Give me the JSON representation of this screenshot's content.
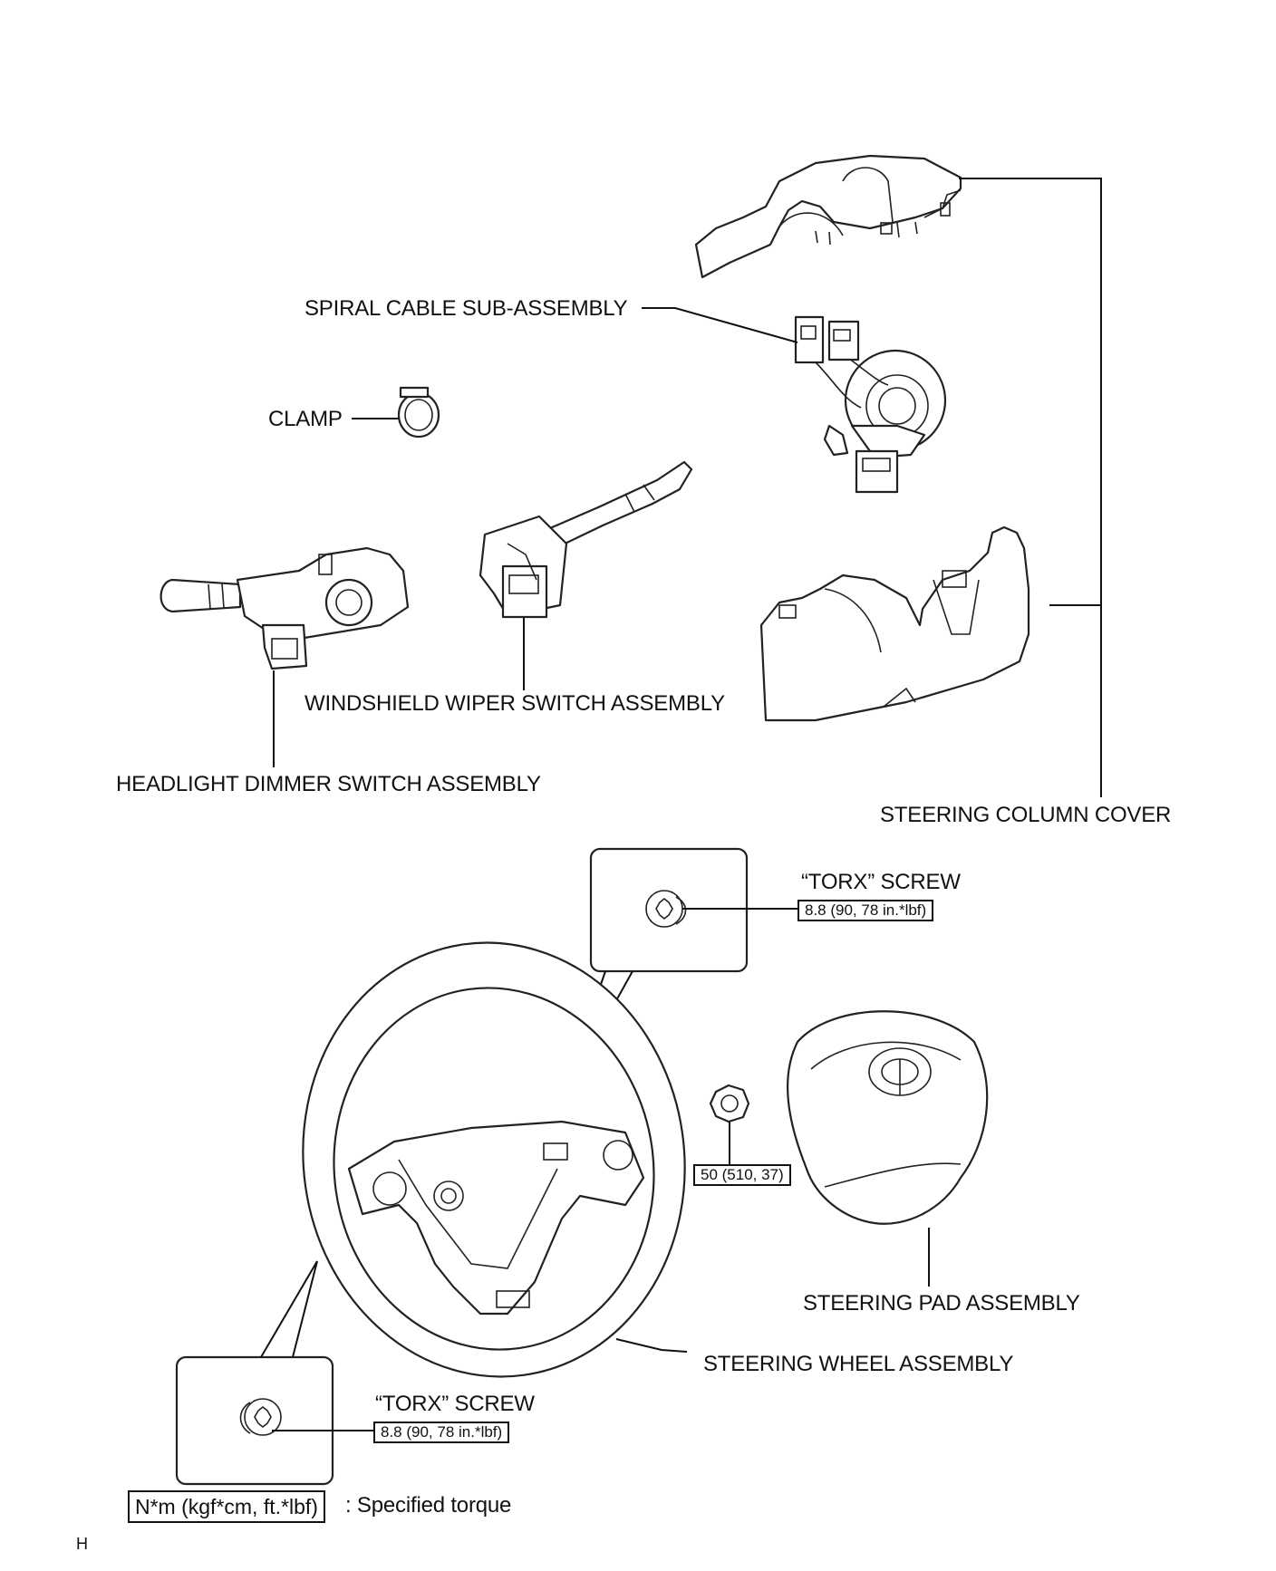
{
  "labels": {
    "spiral_cable": "SPIRAL CABLE SUB-ASSEMBLY",
    "clamp": "CLAMP",
    "wiper_switch": "WINDSHIELD WIPER SWITCH ASSEMBLY",
    "headlight_switch": "HEADLIGHT DIMMER SWITCH ASSEMBLY",
    "column_cover": "STEERING COLUMN COVER",
    "torx_top": "“TORX” SCREW",
    "torx_bottom": "“TORX” SCREW",
    "steering_pad": "STEERING PAD ASSEMBLY",
    "steering_wheel": "STEERING WHEEL ASSEMBLY"
  },
  "torques": {
    "torx_top": "8.8 (90, 78 in.*lbf)",
    "torx_bottom": "8.8 (90, 78 in.*lbf)",
    "nut": "50 (510, 37)"
  },
  "legend": {
    "box": "N*m (kgf*cm, ft.*lbf)",
    "text": ": Specified torque"
  },
  "footer_code": "H"
}
